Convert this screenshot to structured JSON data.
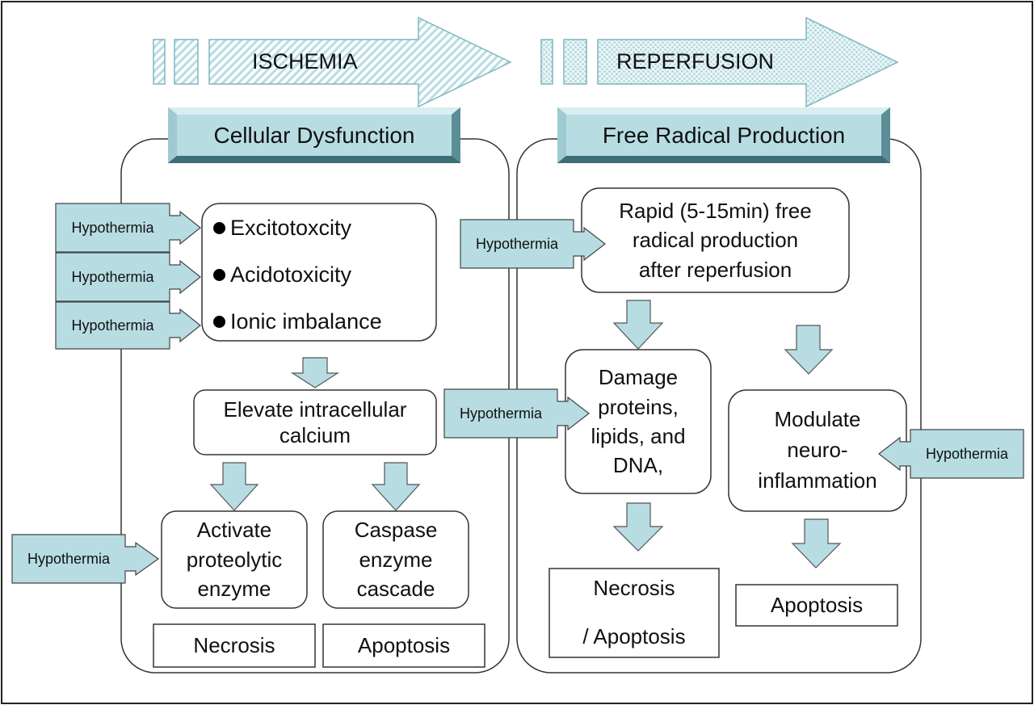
{
  "phases": {
    "ischemia": "ISCHEMIA",
    "reperfusion": "REPERFUSION"
  },
  "headers": {
    "cellular_dysfunction": "Cellular Dysfunction",
    "free_radical_production": "Free Radical Production"
  },
  "ischemia_panel": {
    "mechanisms": [
      "Excitotoxcity",
      "Acidotoxicity",
      "Ionic imbalance"
    ],
    "calcium": "Elevate intracellular\ncalcium",
    "proteolytic": "Activate\nproteolytic\nenzyme",
    "caspase": "Caspase\nenzyme\ncascade",
    "necrosis": "Necrosis",
    "apoptosis": "Apoptosis"
  },
  "reperfusion_panel": {
    "free_radical": "Rapid (5-15min) free\nradical production\nafter reperfusion",
    "damage": "Damage\nproteins,\nlipids, and\nDNA,",
    "neuroinflammation": "Modulate\nneuro-\ninflammation",
    "necrosis_apoptosis": "Necrosis\n\n/ Apoptosis",
    "apoptosis": "Apoptosis"
  },
  "intervention_label": "Hypothermia",
  "colors": {
    "box_fill": "#b7dde3",
    "stroke": "#333333"
  }
}
